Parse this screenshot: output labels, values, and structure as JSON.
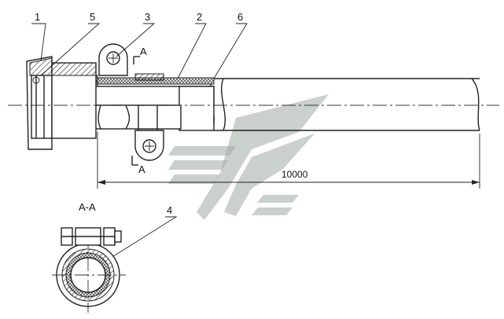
{
  "callouts": [
    "1",
    "5",
    "3",
    "2",
    "6",
    "4"
  ],
  "section_marks": {
    "top": "A",
    "bottom": "A"
  },
  "section_title": "A-A",
  "dimension": {
    "length": "10000"
  },
  "colors": {
    "line": "#222222",
    "watermark": "#9fa9a2"
  },
  "icons": [
    "watermark-logo-icon"
  ]
}
